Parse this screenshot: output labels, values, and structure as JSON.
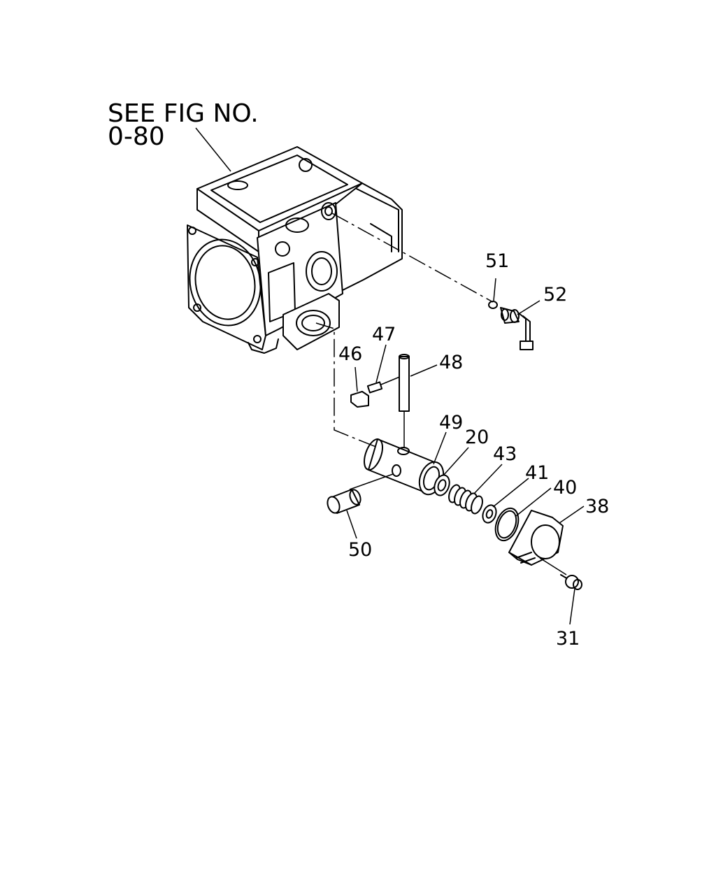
{
  "reference": {
    "line1": "SEE FIG NO.",
    "line2": "0-80"
  },
  "callouts": [
    "51",
    "52",
    "47",
    "46",
    "48",
    "49",
    "20",
    "43",
    "41",
    "40",
    "38",
    "50",
    "31"
  ]
}
